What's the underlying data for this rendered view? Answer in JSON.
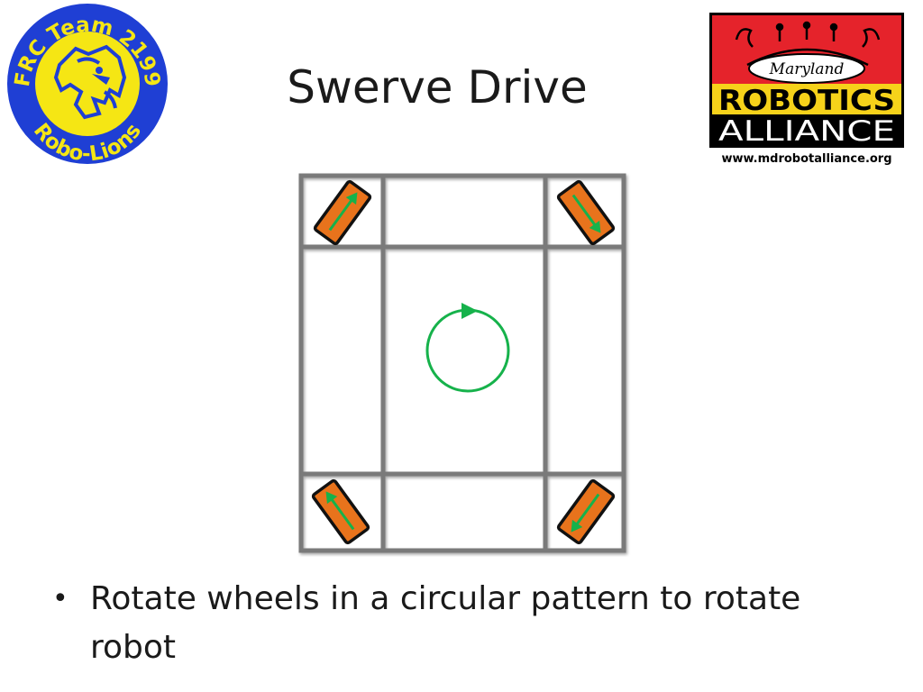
{
  "slide": {
    "title": "Swerve Drive",
    "bullets": [
      "Rotate wheels in a circular pattern to rotate robot"
    ]
  },
  "logo_left": {
    "text_top": "FRC Team 2199",
    "text_bottom": "Robo-Lions",
    "colors": {
      "ring": "#1f3fd4",
      "fill": "#f5e614"
    }
  },
  "logo_right": {
    "word1": "Maryland",
    "word2": "ROBOTICS",
    "word3": "ALLIANCE",
    "url": "www.mdrobotalliance.org",
    "colors": {
      "red": "#e5232b",
      "yellow": "#f6d21a",
      "black": "#000000"
    }
  },
  "diagram": {
    "colors": {
      "frame": "#7a7a7a",
      "wheel": "#e8731c",
      "arrow": "#16b24b"
    },
    "wheels": [
      "front-left",
      "front-right",
      "rear-left",
      "rear-right"
    ],
    "rotation": "clockwise"
  }
}
